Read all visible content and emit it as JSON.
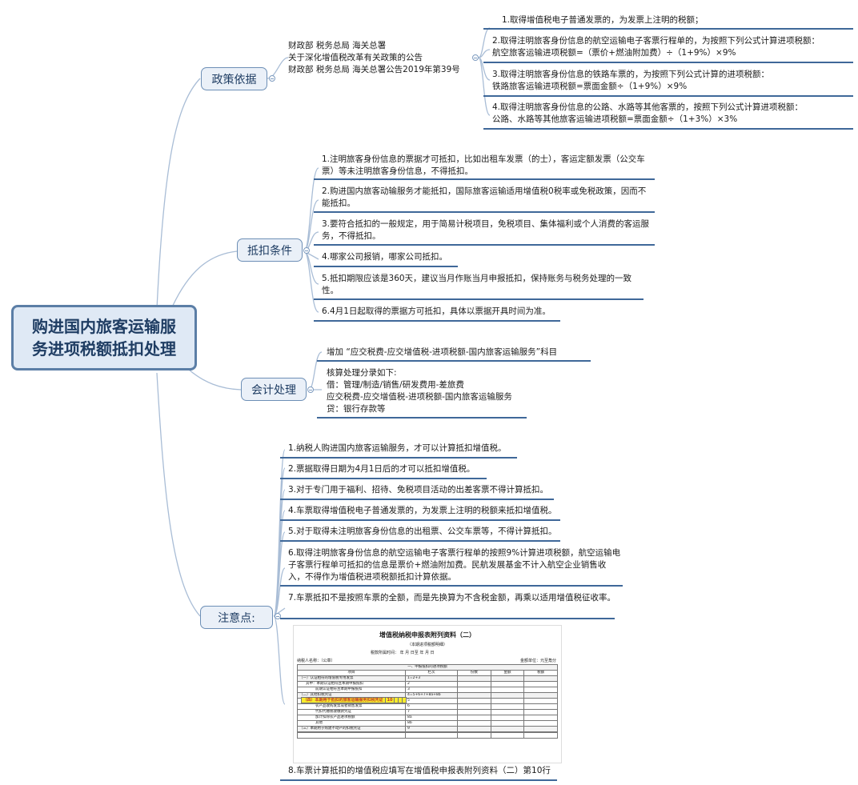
{
  "root": {
    "title_line1": "购进国内旅客运输服",
    "title_line2": "务进项税额抵扣处理"
  },
  "branches": {
    "policy": {
      "label": "政策依据",
      "basis": [
        "财政部 税务总局 海关总署",
        "关于深化增值税改革有关政策的公告",
        "财政部 税务总局 海关总署公告2019年第39号"
      ],
      "items": [
        "1.取得增值税电子普通发票的，为发票上注明的税额；",
        "2.取得注明旅客身份信息的航空运输电子客票行程单的，为按照下列公式计算进项税额：",
        "航空旅客运输进项税额=（票价+燃油附加费）÷（1+9%）×9%",
        "3.取得注明旅客身份信息的铁路车票的，为按照下列公式计算的进项税额：",
        "铁路旅客运输进项税额=票面金额÷（1+9%）×9%",
        "4.取得注明旅客身份信息的公路、水路等其他客票的，按照下列公式计算进项税额：",
        "公路、水路等其他旅客运输进项税额=票面金额÷（1+3%）×3%"
      ]
    },
    "conditions": {
      "label": "抵扣条件",
      "items": [
        "1.注明旅客身份信息的票据才可抵扣，比如出租车发票（的士），客运定额发票（公交车票）等未注明旅客身份信息，不得抵扣。",
        "2.购进国内旅客动输服务才能抵扣，国际旅客运输适用增值税0税率或免税政策，因而不能抵扣。",
        "3.要符合抵扣的一般规定，用于简易计税项目，免税项目、集体福利或个人消费的客运服务，不得抵扣。",
        "4.哪家公司报销，哪家公司抵扣。",
        "5.抵扣期限应该是360天，建议当月作账当月申报抵扣，保持账务与税务处理的一致性。",
        "6.4月1日起取得的票据方可抵扣，具体以票据开具时间为准。"
      ]
    },
    "accounting": {
      "label": "会计处理",
      "add_subject": "增加 “应交税费-应交增值税-进项税额-国内旅客运输服务”科目",
      "entries": [
        "核算处理分录如下:",
        "借：管理/制造/销售/研发费用-差旅费",
        "应交税费-应交增值税-进项税额-国内旅客运输服务",
        "贷：银行存款等"
      ]
    },
    "notes": {
      "label": "注意点:",
      "items": [
        "1.纳税人购进国内旅客运输服务，才可以计算抵扣增值税。",
        "2.票据取得日期为4月1日后的才可以抵扣增值税。",
        "3.对于专门用于福利、招待、免税项目活动的出差客票不得计算抵扣。",
        "4.车票取得增值税电子普通发票的，为发票上注明的税额来抵扣增值税。",
        "5.对于取得未注明旅客身份信息的出租票、公交车票等，不得计算抵扣。",
        "6.取得注明旅客身份信息的航空运输电子客票行程单的按照9%计算进项税额，航空运输电子客票行程单可抵扣的信息是票价+燃油附加费。民航发展基金不计入航空企业销售收入，不得作为增值税进项税额抵扣计算依据。",
        "7.车票抵扣不是按照车票的全额，而是先换算为不含税金额，再乘以适用增值税征收率。",
        "8.车票计算抵扣的增值税应填写在增值税申报表附列资料（二）第10行"
      ],
      "form": {
        "title": "增值税纳税申报表附列资料（二）",
        "subtitle": "（本期进项税额明细）",
        "period": "税款所属时间：  年  月  日至  年  月  日",
        "taxpayer": "纳税人名称：（公章）",
        "unit": "金额单位：元至角分",
        "section": "一、申报抵扣的进项税额",
        "headers": [
          "项目",
          "栏次",
          "份数",
          "金额",
          "税额"
        ],
        "rows": [
          [
            "（一）认证相符的增值税专用发票",
            "1=2+3"
          ],
          [
            "其中：本期认证相符且本期申报抵扣",
            "2"
          ],
          [
            "前期认证相符且本期申报抵扣",
            "3"
          ],
          [
            "（二）其他扣税凭证",
            "4=5+6+7+8a+8b"
          ],
          [
            "其中：海关进口增值税专用缴款书",
            "5"
          ],
          [
            "农产品收购发票或者销售发票",
            "6"
          ],
          [
            "代扣代缴税收缴款凭证",
            "7"
          ],
          [
            "加计扣除农产品进项税额",
            "8a"
          ],
          [
            "其他",
            "8b"
          ],
          [
            "（三）本期用于购建不动产的扣税凭证",
            "9"
          ],
          [
            "（四）本期用于抵扣的旅客运输服务扣税凭证",
            "10"
          ],
          [
            "",
            ""
          ]
        ]
      }
    }
  },
  "colors": {
    "root_border": "#5b7ea6",
    "branch_border": "#6d8fb6",
    "line": "#9cb4cf",
    "separator": "#3f6899",
    "highlight": "#f7ec2c"
  }
}
